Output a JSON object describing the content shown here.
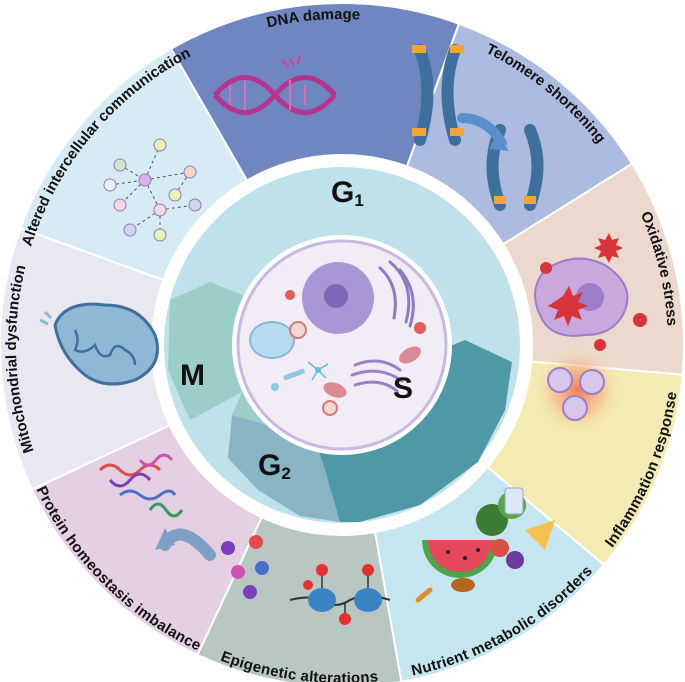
{
  "outer_segments": [
    {
      "id": "dna",
      "label": "DNA damage",
      "color": "#6f86c1",
      "icon": "dna-helix-icon"
    },
    {
      "id": "telomere",
      "label": "Telomere shortening",
      "color": "#aebbe0",
      "icon": "chromosome-icon"
    },
    {
      "id": "oxidative",
      "label": "Oxidative stress",
      "color": "#ecd9cd",
      "icon": "oxidized-cell-icon"
    },
    {
      "id": "inflammation",
      "label": "Inflammation response",
      "color": "#f3eab4",
      "icon": "inflamed-cells-icon"
    },
    {
      "id": "nutrient",
      "label": "Nutrient metabolic disorders",
      "color": "#c6e6ef",
      "icon": "food-icon"
    },
    {
      "id": "epigenetic",
      "label": "Epigenetic alterations",
      "color": "#b9c7c2",
      "icon": "nucleosome-icon"
    },
    {
      "id": "protein",
      "label": "Protein homeostasis imbalance",
      "color": "#e5cfe3",
      "icon": "protein-aggregates-icon"
    },
    {
      "id": "mito",
      "label": "Mitochondrial dysfunction",
      "color": "#e9e7f1",
      "icon": "mitochondrion-icon"
    },
    {
      "id": "intercellular",
      "label": "Altered intercellular communication",
      "color": "#d6ebf4",
      "icon": "cell-network-icon"
    }
  ],
  "phases": [
    {
      "id": "g1",
      "main": "G",
      "sub": "1",
      "color": "#bfe1e9"
    },
    {
      "id": "s",
      "main": "S",
      "sub": "",
      "color": "#4f98a6"
    },
    {
      "id": "g2",
      "main": "G",
      "sub": "2",
      "color": "#88b4c3"
    },
    {
      "id": "m",
      "main": "M",
      "sub": "",
      "color": "#9ccdc8"
    }
  ],
  "colors": {
    "cell_outer": "#f1ecf6",
    "cell_inner": "#e7e1f2",
    "nucleus": "#8e7cc3",
    "arrow": "#5b8fcc",
    "ring_border": "#ffffff"
  }
}
